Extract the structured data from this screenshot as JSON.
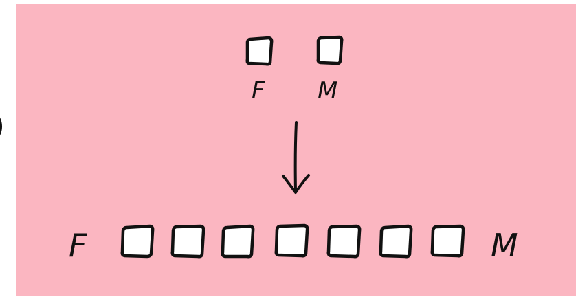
{
  "colors": {
    "background": "#fbb6c1",
    "ink": "#111111",
    "box_fill": "#ffffff"
  },
  "top_row": {
    "labels": [
      "F",
      "M"
    ],
    "box_count": 2
  },
  "arrow": {
    "direction": "down"
  },
  "bottom_row": {
    "left_label": "F",
    "right_label": "M",
    "box_count": 7
  }
}
